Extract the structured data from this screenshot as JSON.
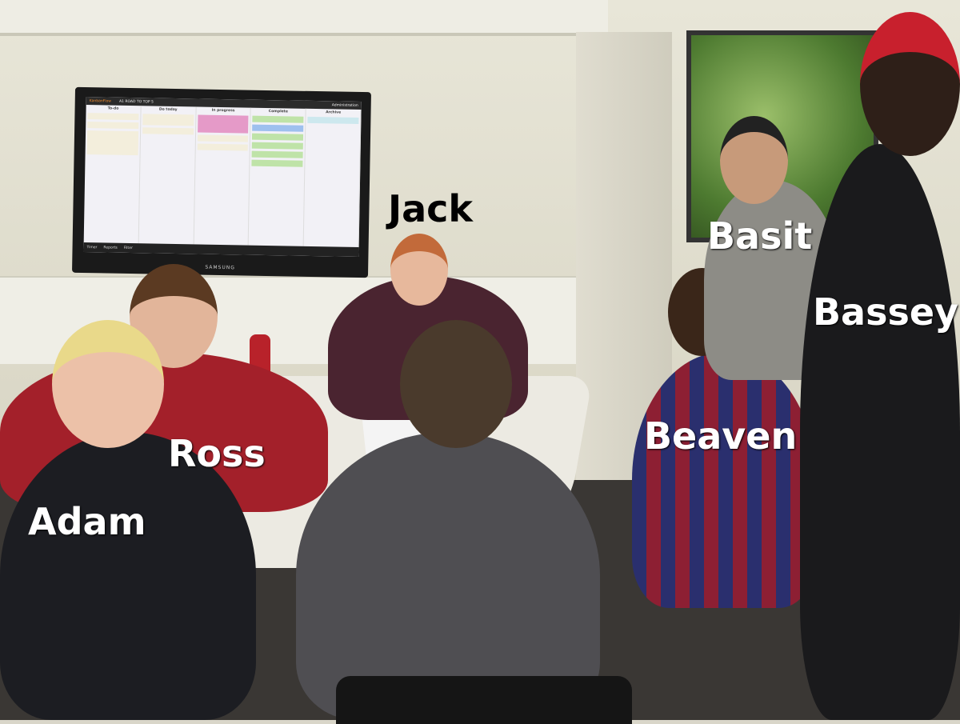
{
  "labels": {
    "jack": "Jack",
    "basit": "Basit",
    "bassey": "Bassey",
    "ross": "Ross",
    "beaven": "Beaven",
    "adam": "Adam"
  },
  "tv": {
    "brand": "SAMSUNG",
    "app": "KanbanFlow",
    "board": "A1 ROAD TO TOP 5",
    "admin": "Administration",
    "columns": [
      "To-do",
      "Do today",
      "In progress",
      "Complete",
      "Archive"
    ],
    "footer": [
      "Timer",
      "Reports",
      "Filter"
    ]
  },
  "colors": {
    "accent": "#f08a2c"
  }
}
